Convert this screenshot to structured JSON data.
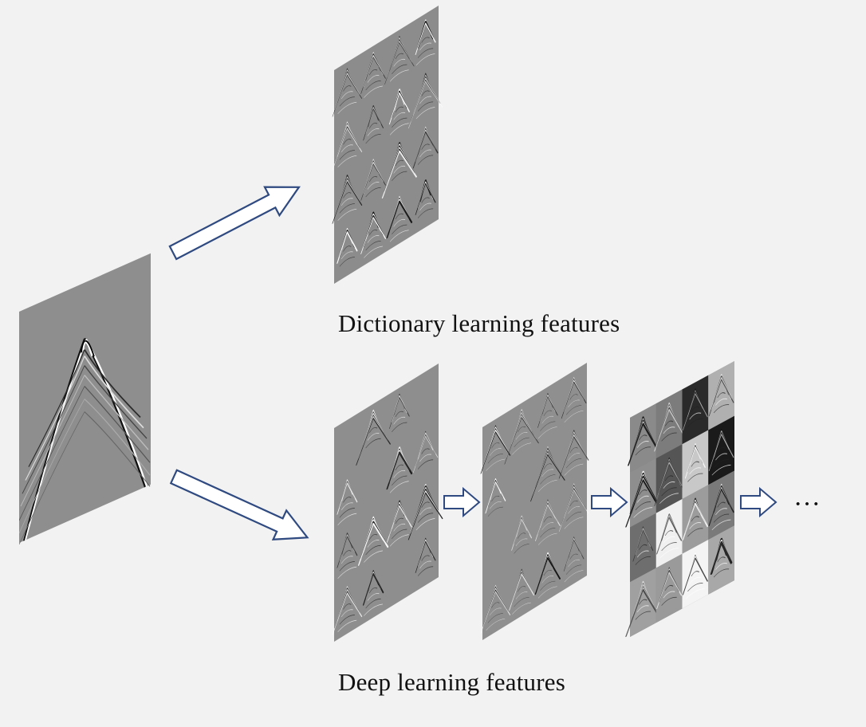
{
  "labels": {
    "dictionary": "Dictionary learning features",
    "deep": "Deep learning features",
    "ellipsis": "···"
  },
  "colors": {
    "background": "#f2f2f2",
    "arrow_stroke": "#2f4a80",
    "arrow_fill": "#ffffff",
    "panel_gray": "#8c8c8c",
    "text": "#111111"
  },
  "feature_grid": {
    "rows": 4,
    "cols": 4
  }
}
